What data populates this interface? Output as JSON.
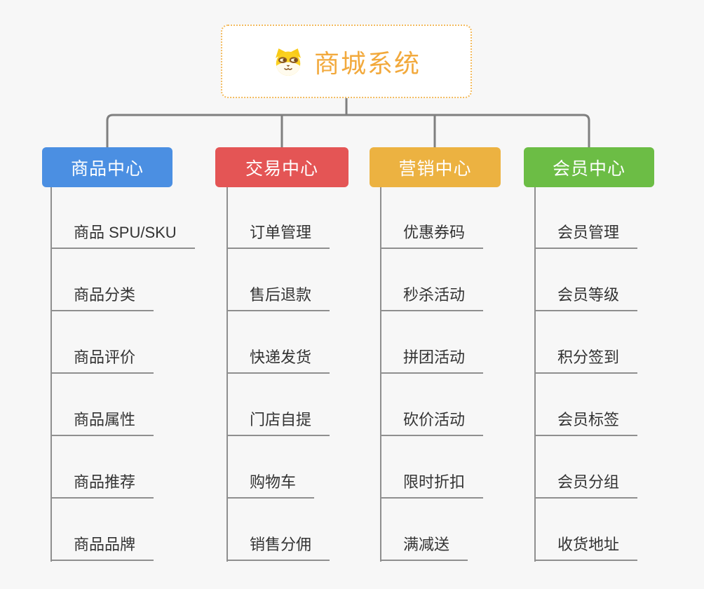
{
  "root": {
    "title": "商城系统",
    "icon": "shiba-dog-icon"
  },
  "branches": [
    {
      "label": "商品中心",
      "color": "#4b8fe2",
      "children": [
        "商品 SPU/SKU",
        "商品分类",
        "商品评价",
        "商品属性",
        "商品推荐",
        "商品品牌"
      ]
    },
    {
      "label": "交易中心",
      "color": "#e45555",
      "children": [
        "订单管理",
        "售后退款",
        "快递发货",
        "门店自提",
        "购物车",
        "销售分佣"
      ]
    },
    {
      "label": "营销中心",
      "color": "#ecb241",
      "children": [
        "优惠券码",
        "秒杀活动",
        "拼团活动",
        "砍价活动",
        "限时折扣",
        "满减送"
      ]
    },
    {
      "label": "会员中心",
      "color": "#6cbd45",
      "children": [
        "会员管理",
        "会员等级",
        "积分签到",
        "会员标签",
        "会员分组",
        "收货地址"
      ]
    }
  ],
  "colors": {
    "background": "#f7f7f7",
    "root_text": "#f2a93c",
    "root_border": "#f3bb5e",
    "connector": "#7f7f7f",
    "leaf_line": "#8f8f8f",
    "leaf_text": "#333333"
  }
}
